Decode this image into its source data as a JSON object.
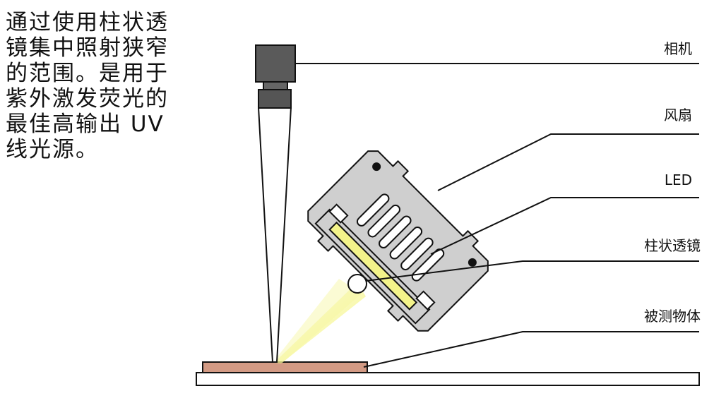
{
  "description": {
    "lines": [
      "通过使用柱状透",
      "镜集中照射狭窄",
      "的范围。是用于",
      "紫外激发荧光的",
      "最佳高输出 UV",
      "线光源。"
    ]
  },
  "labels": {
    "camera": "相机",
    "fan": "风扇",
    "led": "LED",
    "rod_lens": "柱状透镜",
    "object": "被测物体"
  },
  "colors": {
    "camera_body": "#5a5a5a",
    "housing": "#cfcfcf",
    "led_strip": "#f3f38a",
    "light_beam": "#f7f7a0",
    "object": "#d39a84"
  }
}
